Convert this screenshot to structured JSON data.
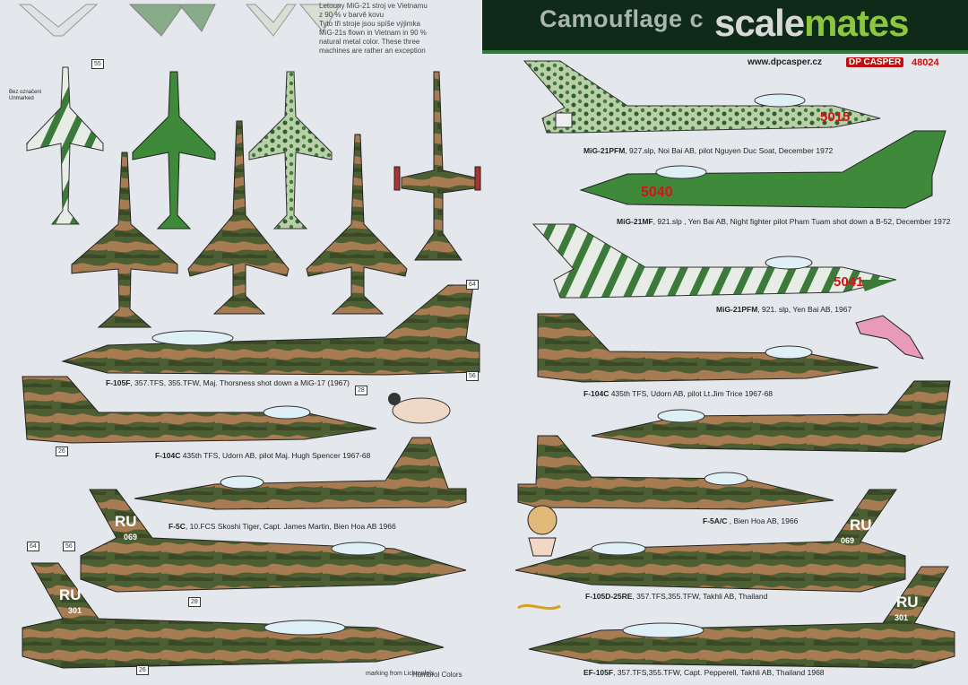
{
  "header": {
    "title": "Camouflage c",
    "logo_a": "scale",
    "logo_b": "mates"
  },
  "note_lines": [
    "Letouny MiG-21 stroj ve Vietnamu",
    "z 90 % v barvě kovu",
    "Tyto tři stroje jsou spíše výjimka",
    "MiG-21s flown in Vietnam in 90 %",
    "natural metal color. These three",
    "machines are rather an exception"
  ],
  "label_top_left": "Bez označení\nUnmarked",
  "brand": {
    "url": "www.dpcasper.cz",
    "name": "DP CASPER",
    "catalog": "48024"
  },
  "captions": {
    "mig21pfm_1": {
      "model": "MiG-21PFM",
      "text": ", 927.slp, Noi Bai AB, pilot Nguyen Duc Soat,  December 1972"
    },
    "mig21mf": {
      "model": "MiG-21MF",
      "text": ", 921.slp , Yen Bai AB, Night fighter pilot Pham Tuam shot down a B-52, December 1972"
    },
    "mig21pfm_2": {
      "model": "MiG-21PFM",
      "text": ", 921. slp, Yen Bai AB, 1967"
    },
    "f105f_top": {
      "model": "F-105F",
      "text": ", 357.TFS, 355.TFW, Maj. Thorsness  shot down a MiG-17 (1967)"
    },
    "f104c_right": {
      "model": "F-104C",
      "text": "  435th TFS, Udorn AB,  pilot Lt.Jim Trice   1967-68"
    },
    "f104c_left": {
      "model": "F-104C",
      "text": "  435th TFS, Udorn AB, pilot Maj. Hugh Spencer   1967-68"
    },
    "f5c": {
      "model": "F-5C",
      "text": ", 10.FCS  Skoshi Tiger, Capt. James Martin,  Bien Hoa AB 1966"
    },
    "f5ac": {
      "model": "F-5A/C",
      "text": " , Bien Hoa AB, 1966"
    },
    "f105d": {
      "model": "F-105D-25RE",
      "text": ", 357.TFS,355.TFW, Takhli AB, Thailand"
    },
    "ef105f": {
      "model": "EF-105F",
      "text": ", 357.TFS,355.TFW, Capt. Pepperell, Takhli AB, Thailand 1968"
    }
  },
  "markings": {
    "mig_nums": [
      "5015",
      "5040",
      "5041"
    ],
    "tail_code": "RU",
    "serials": [
      "069",
      "301"
    ]
  },
  "number_tags": [
    "55",
    "64",
    "28",
    "56",
    "26"
  ],
  "credits": {
    "left": "Humbrol Colors",
    "small": "marking from Lichtenfels"
  },
  "colors": {
    "header_bg": "#0f2a18",
    "accent_green": "#8cc63f",
    "usaf_green": "#4d5f32",
    "usaf_tan": "#a87c52",
    "usaf_dark": "#3b4a26",
    "vpaf_green": "#3f8a3a",
    "vpaf_red": "#d8121a"
  }
}
